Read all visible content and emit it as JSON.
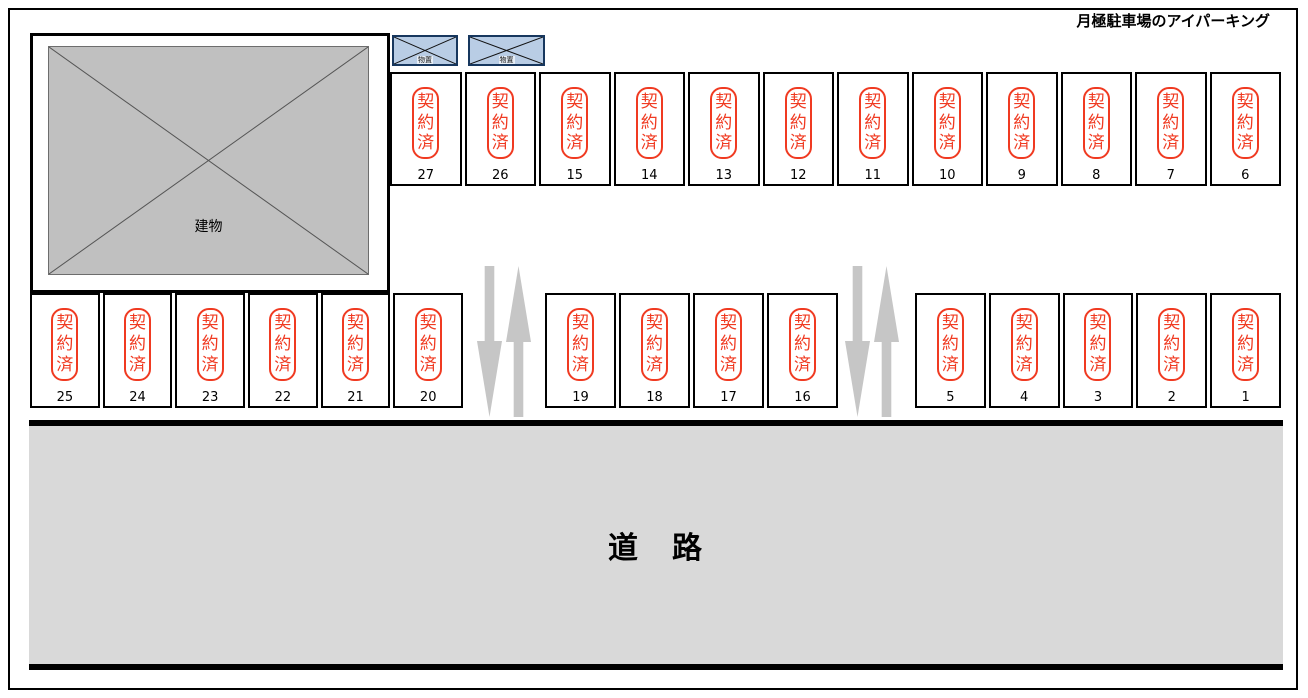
{
  "title": "月極駐車場のアイパーキング",
  "building": {
    "label": "建物"
  },
  "storage": {
    "label": "物置"
  },
  "road": {
    "label": "道　路"
  },
  "colors": {
    "stamp_red": "#f03a21",
    "storage_fill": "#b9cde5",
    "storage_border": "#17375e",
    "building_fill": "#c0c0c0",
    "road_fill": "#d9d9d9",
    "arrow_fill": "#c6c6c6"
  },
  "rows": {
    "top": {
      "spaces": [
        {
          "number": "27",
          "status": "契約済"
        },
        {
          "number": "26",
          "status": "契約済"
        },
        {
          "number": "15",
          "status": "契約済"
        },
        {
          "number": "14",
          "status": "契約済"
        },
        {
          "number": "13",
          "status": "契約済"
        },
        {
          "number": "12",
          "status": "契約済"
        },
        {
          "number": "11",
          "status": "契約済"
        },
        {
          "number": "10",
          "status": "契約済"
        },
        {
          "number": "9",
          "status": "契約済"
        },
        {
          "number": "8",
          "status": "契約済"
        },
        {
          "number": "7",
          "status": "契約済"
        },
        {
          "number": "6",
          "status": "契約済"
        }
      ]
    },
    "left": {
      "spaces": [
        {
          "number": "25",
          "status": "契約済"
        },
        {
          "number": "24",
          "status": "契約済"
        },
        {
          "number": "23",
          "status": "契約済"
        },
        {
          "number": "22",
          "status": "契約済"
        },
        {
          "number": "21",
          "status": "契約済"
        },
        {
          "number": "20",
          "status": "契約済"
        }
      ]
    },
    "middle": {
      "spaces": [
        {
          "number": "19",
          "status": "契約済"
        },
        {
          "number": "18",
          "status": "契約済"
        },
        {
          "number": "17",
          "status": "契約済"
        },
        {
          "number": "16",
          "status": "契約済"
        }
      ]
    },
    "right": {
      "spaces": [
        {
          "number": "5",
          "status": "契約済"
        },
        {
          "number": "4",
          "status": "契約済"
        },
        {
          "number": "3",
          "status": "契約済"
        },
        {
          "number": "2",
          "status": "契約済"
        },
        {
          "number": "1",
          "status": "契約済"
        }
      ]
    }
  }
}
